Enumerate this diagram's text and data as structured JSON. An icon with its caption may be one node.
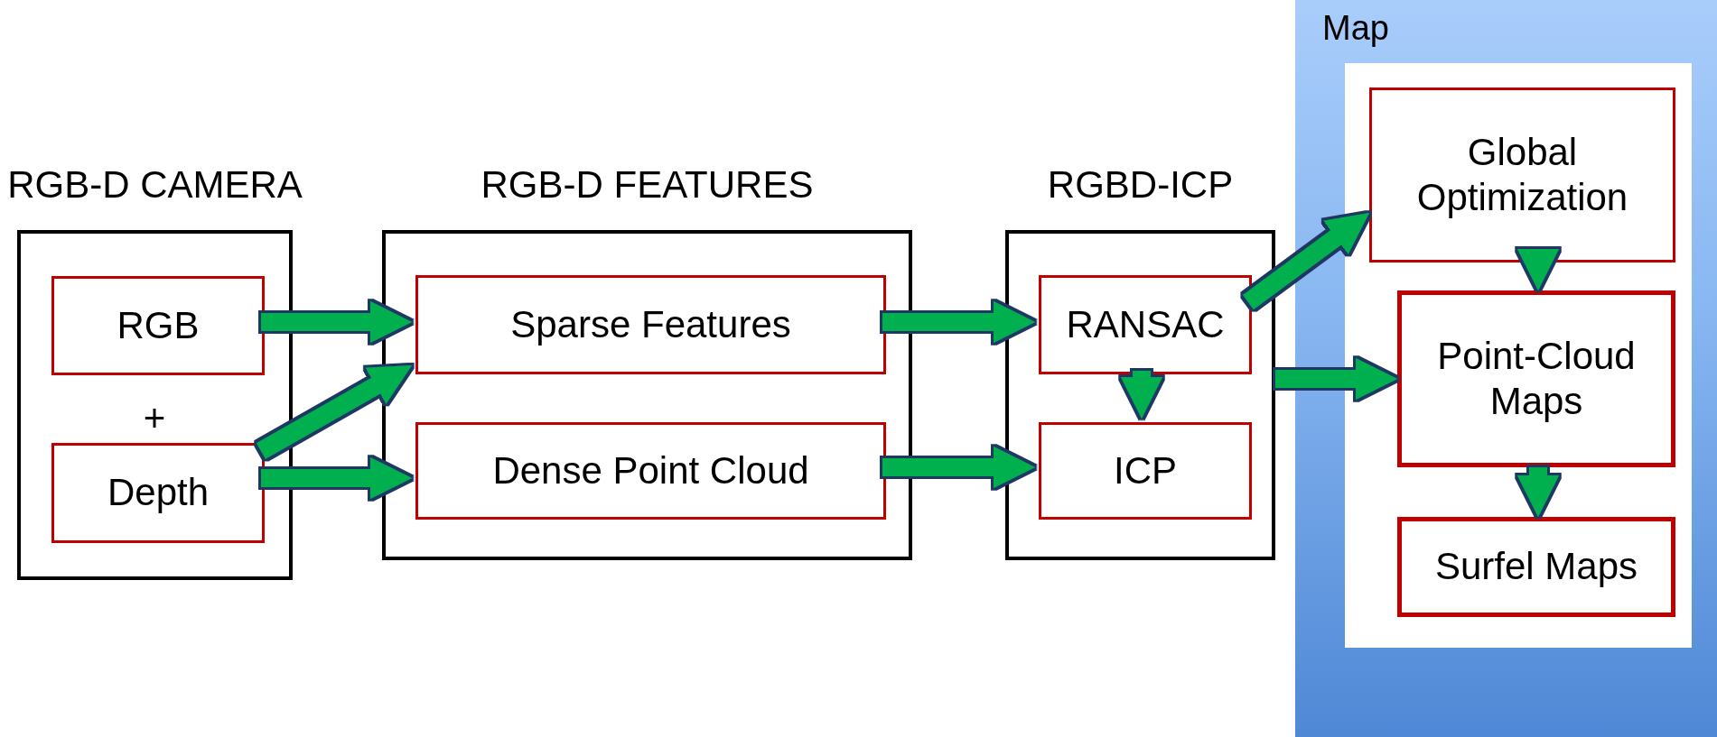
{
  "diagram": {
    "nodes": [
      {
        "text": [
          "RGB-D CAMERA"
        ]
      },
      {
        "text": [
          "RGB"
        ],
        "in": 0
      },
      {
        "text": [
          "Depth"
        ],
        "in": 0
      },
      {
        "text": [
          "RGB-D FEATURES"
        ]
      },
      {
        "text": [
          "Sparse Features"
        ],
        "in": 3
      },
      {
        "text": [
          "Dense Point Cloud"
        ],
        "in": 3
      },
      {
        "text": [
          "RGBD-ICP"
        ]
      },
      {
        "text": [
          "RANSAC"
        ],
        "in": 6
      },
      {
        "text": [
          "ICP"
        ],
        "in": 6
      },
      {
        "text": [
          "Map"
        ]
      },
      {
        "text": [
          "Global Optimization"
        ],
        "in": 9
      },
      {
        "text": [
          "Point-Cloud Maps"
        ],
        "in": 9
      },
      {
        "text": [
          "Surfel Maps"
        ],
        "in": 9
      }
    ],
    "edges": [
      {
        "from": 1,
        "to": 4,
        "arrow": "to"
      },
      {
        "from": 2,
        "to": 4,
        "arrow": "to"
      },
      {
        "from": 2,
        "to": 5,
        "arrow": "to"
      },
      {
        "from": 4,
        "to": 7,
        "arrow": "to"
      },
      {
        "from": 5,
        "to": 8,
        "arrow": "to"
      },
      {
        "from": 7,
        "to": 8,
        "arrow": "to"
      },
      {
        "from": 7,
        "to": 10,
        "arrow": "to"
      },
      {
        "from": 6,
        "to": 11,
        "arrow": "to"
      },
      {
        "from": 10,
        "to": 11,
        "arrow": "to"
      },
      {
        "from": 11,
        "to": 12,
        "arrow": "to"
      }
    ],
    "labels": [
      "+"
    ]
  }
}
